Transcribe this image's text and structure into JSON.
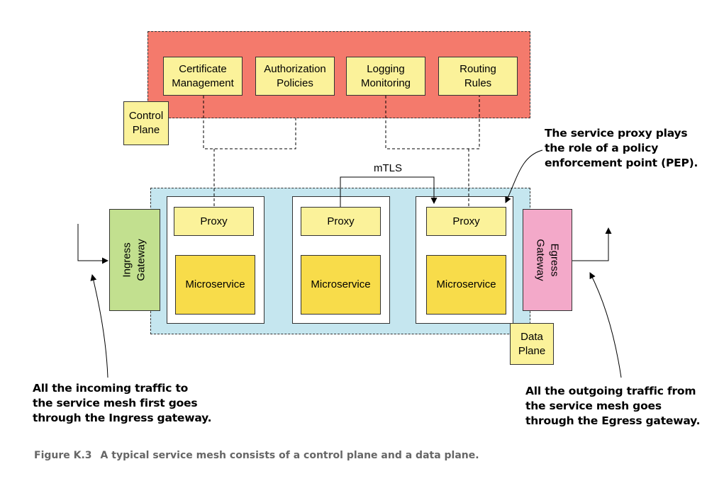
{
  "control_plane": {
    "label": "Control\nPlane",
    "components": [
      "Certificate\nManagement",
      "Authorization\nPolicies",
      "Logging\nMonitoring",
      "Routing\nRules"
    ]
  },
  "data_plane": {
    "label": "Data\nPlane",
    "services": [
      {
        "proxy": "Proxy",
        "service": "Microservice"
      },
      {
        "proxy": "Proxy",
        "service": "Microservice"
      },
      {
        "proxy": "Proxy",
        "service": "Microservice"
      }
    ],
    "mtls_label": "mTLS"
  },
  "ingress": {
    "label": "Ingress\nGateway"
  },
  "egress": {
    "label": "Egress\nGateway"
  },
  "notes": {
    "pep": "The service proxy plays\nthe role of a policy\nenforcement point (PEP).",
    "incoming": "All the incoming traffic to\nthe service mesh first goes\nthrough the Ingress gateway.",
    "outgoing": "All the outgoing traffic from\nthe service mesh goes\nthrough the Egress gateway."
  },
  "caption": {
    "figure": "Figure K.3",
    "text": "A typical service mesh consists of a control plane and a data plane."
  },
  "colors": {
    "control_plane": "#f47a6c",
    "data_plane": "#c5e6ef",
    "component": "#fbf29a",
    "microservice": "#f8dc4a",
    "ingress": "#c2e08f",
    "egress": "#f3a9c9"
  }
}
